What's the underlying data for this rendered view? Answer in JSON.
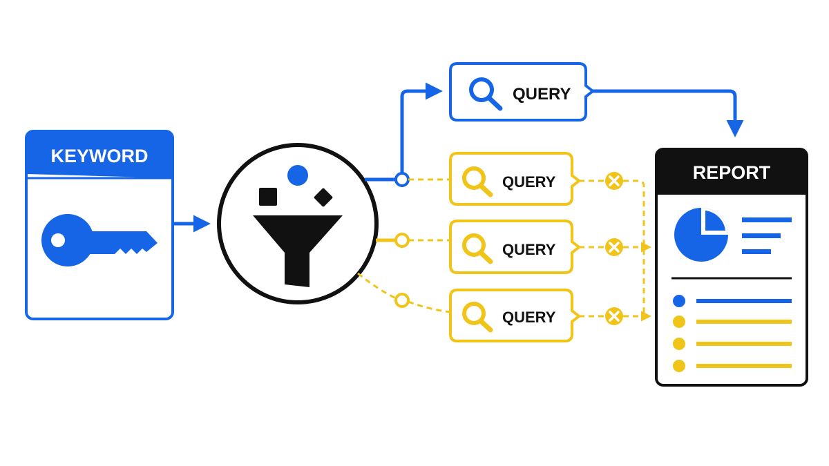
{
  "keyword": {
    "label": "KEYWORD"
  },
  "queries": [
    {
      "label": "QUERY",
      "status": "selected"
    },
    {
      "label": "QUERY",
      "status": "rejected"
    },
    {
      "label": "QUERY",
      "status": "rejected"
    },
    {
      "label": "QUERY",
      "status": "rejected"
    }
  ],
  "report": {
    "label": "REPORT"
  },
  "colors": {
    "blue": "#1565e6",
    "yellow": "#f0c419",
    "black": "#111111",
    "white": "#ffffff"
  },
  "icons": [
    "key-icon",
    "funnel-icon",
    "search-icon",
    "x-mark-icon",
    "pie-chart-icon",
    "list-bullet-icon"
  ]
}
